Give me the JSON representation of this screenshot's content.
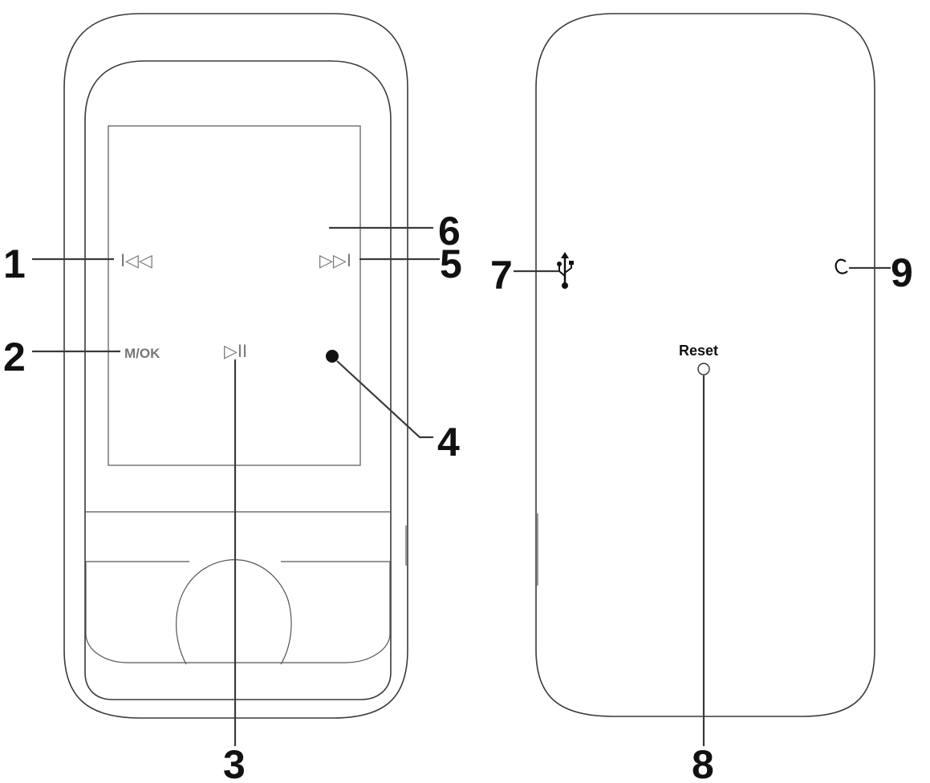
{
  "callouts": {
    "c1": "1",
    "c2": "2",
    "c3": "3",
    "c4": "4",
    "c5": "5",
    "c6": "6",
    "c7": "7",
    "c8": "8",
    "c9": "9"
  },
  "front": {
    "menu_ok_label": "M/OK",
    "prev_symbol": "I◁◁",
    "next_symbol": "▷▷I",
    "play_pause_symbol": "▷II"
  },
  "back": {
    "reset_label": "Reset"
  },
  "icons": {
    "usb": "usb-icon",
    "headphone": "headphone-jack-icon"
  }
}
